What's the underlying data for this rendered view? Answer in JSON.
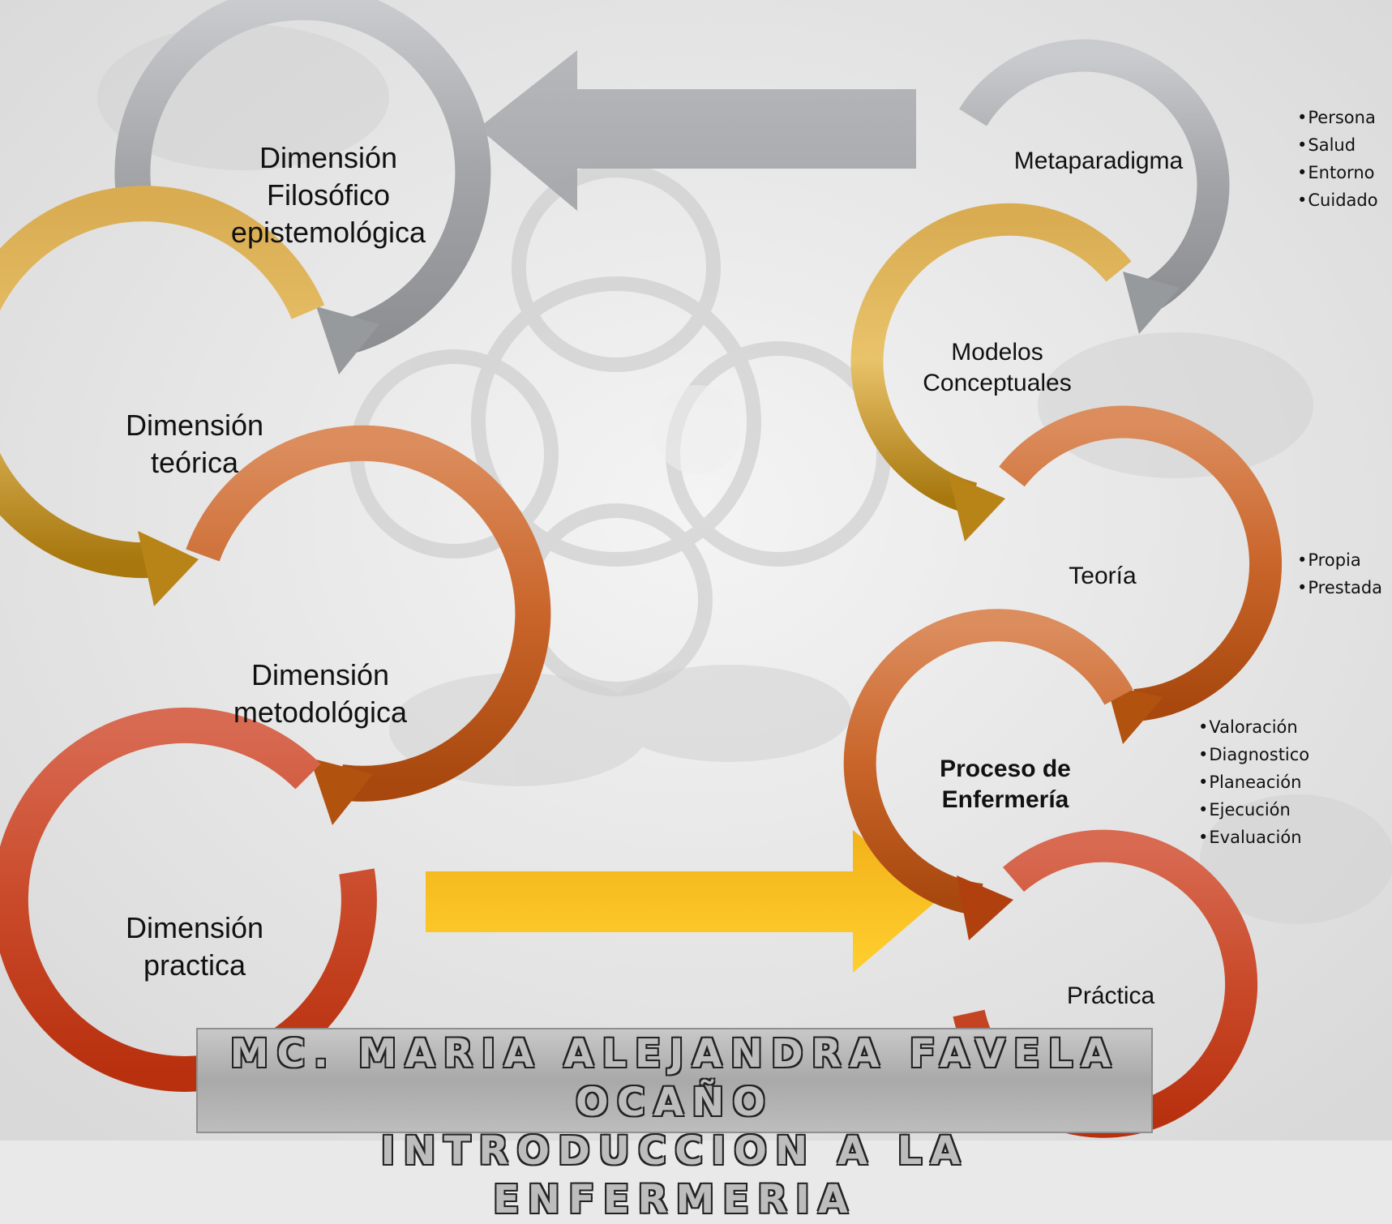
{
  "left_chain": {
    "filosofico": [
      "Dimensión",
      "Filosófico",
      "epistemológica"
    ],
    "teorica": [
      "Dimensión",
      "teórica"
    ],
    "metodologica": [
      "Dimensión",
      "metodológica"
    ],
    "practica": [
      "Dimensión",
      "practica"
    ]
  },
  "right_chain": {
    "metaparadigma": "Metaparadigma",
    "modelos": [
      "Modelos",
      "Conceptuales"
    ],
    "teoria": "Teoría",
    "proceso": [
      "Proceso de",
      "Enfermería"
    ],
    "practica": "Práctica"
  },
  "bullets": {
    "metaparadigma": [
      "Persona",
      "Salud",
      "Entorno",
      "Cuidado"
    ],
    "teoria": [
      "Propia",
      "Prestada"
    ],
    "proceso": [
      "Valoración",
      "Diagnostico",
      "Planeación",
      "Ejecución",
      "Evaluación"
    ]
  },
  "banner": {
    "line1": "MC. MARIA ALEJANDRA FAVELA OCAÑO",
    "line2": "INTRODUCCION A LA ENFERMERIA"
  },
  "colors": {
    "gray": "#a7a9ac",
    "gold": "#c48f1e",
    "orange": "#c25a1c",
    "red": "#c2391c",
    "yellow_arrow": "#f5b80f"
  }
}
